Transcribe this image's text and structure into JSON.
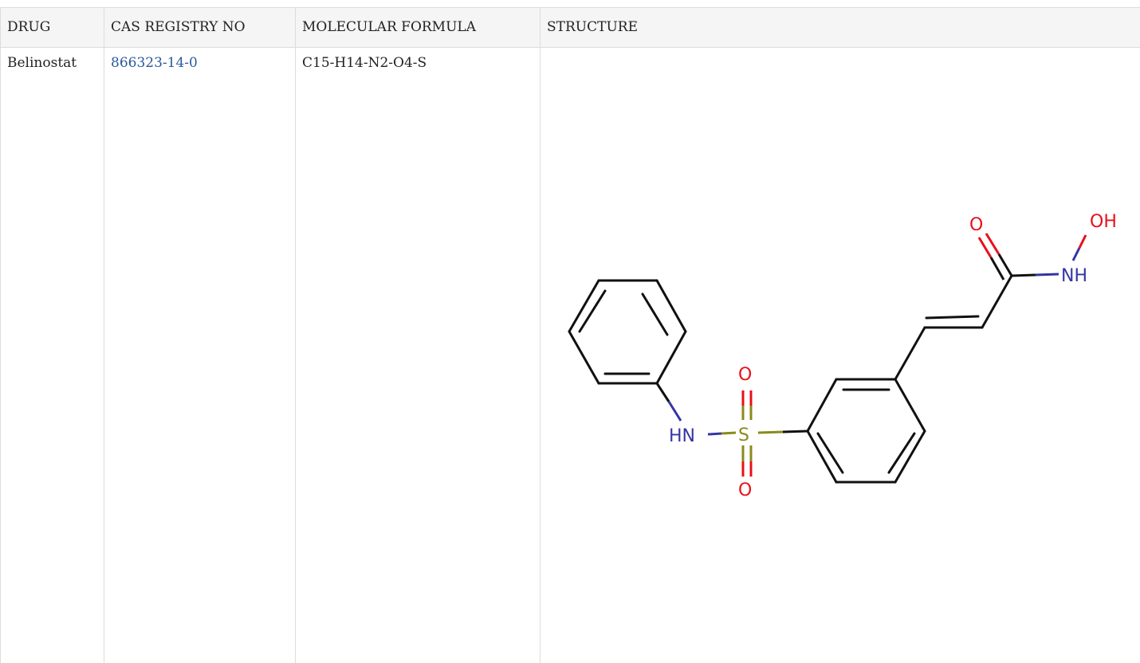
{
  "table": {
    "headers": {
      "drug": "DRUG",
      "cas": "CAS REGISTRY NO",
      "formula": "MOLECULAR FORMULA",
      "structure": "STRUCTURE"
    },
    "rows": [
      {
        "drug": "Belinostat",
        "cas": "866323-14-0",
        "formula": "C15-H14-N2-O4-S"
      }
    ]
  },
  "structure": {
    "atom_labels": {
      "carbonyl_o": "O",
      "hydroxyl": "OH",
      "amide_nh": "NH",
      "sulfonyl_o_top": "O",
      "sulfonyl_o_bottom": "O",
      "sulfur": "S",
      "sulfonamide_nh": "HN"
    },
    "colors": {
      "oxygen": "#e8101a",
      "nitrogen": "#3535a5",
      "sulfur": "#8a8a1a",
      "carbon_bond": "#111111"
    }
  },
  "colors": {
    "link": "#2a5a9a",
    "header_bg": "#f5f5f5",
    "border": "#dcdcdc",
    "text": "#222222"
  }
}
